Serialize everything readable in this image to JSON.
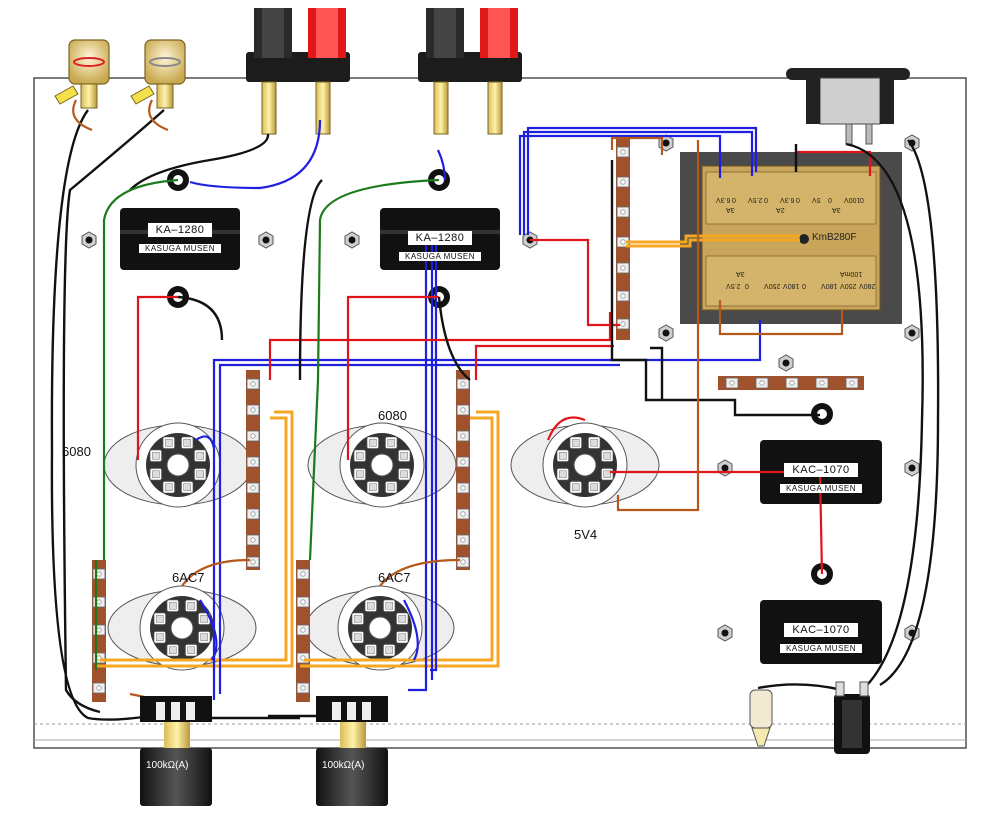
{
  "tubes": {
    "v1": "6080",
    "v2": "6080",
    "v3": "6AC7",
    "v4": "6AC7",
    "v5": "5V4"
  },
  "output_transformers": {
    "left": {
      "model": "KA–1280",
      "maker": "KASUGA MUSEN"
    },
    "right": {
      "model": "KA–1280",
      "maker": "KASUGA MUSEN"
    }
  },
  "chokes": {
    "upper": {
      "model": "KAC–1070",
      "maker": "KASUGA MUSEN"
    },
    "lower": {
      "model": "KAC–1070",
      "maker": "KASUGA MUSEN"
    }
  },
  "power_transformer": {
    "model": "KmB280F",
    "top_taps": [
      "6.3V",
      "0",
      "2.5V",
      "0",
      "6.3V",
      "0",
      "5V",
      "0",
      "100V",
      "0"
    ],
    "top_amps": [
      "3A",
      "2A",
      "3A"
    ],
    "bottom_taps": [
      "2.5V",
      "0",
      "250V",
      "180V",
      "0",
      "180V",
      "250V",
      "280V"
    ],
    "bottom_amps": [
      "3A",
      "100mA"
    ]
  },
  "volume_pots": {
    "left": "100kΩ(A)",
    "right": "100kΩ(A)"
  },
  "colors": {
    "wire_red": "#e0141b",
    "wire_blue": "#1f1fe0",
    "wire_black": "#111111",
    "wire_green": "#1b7a1b",
    "wire_orange": "#f5a623",
    "wire_brown": "#b5581b",
    "terminal_strip": "#a0522d",
    "transformer_frame": "#4a4a4a",
    "transformer_body": "#c8a55a"
  }
}
